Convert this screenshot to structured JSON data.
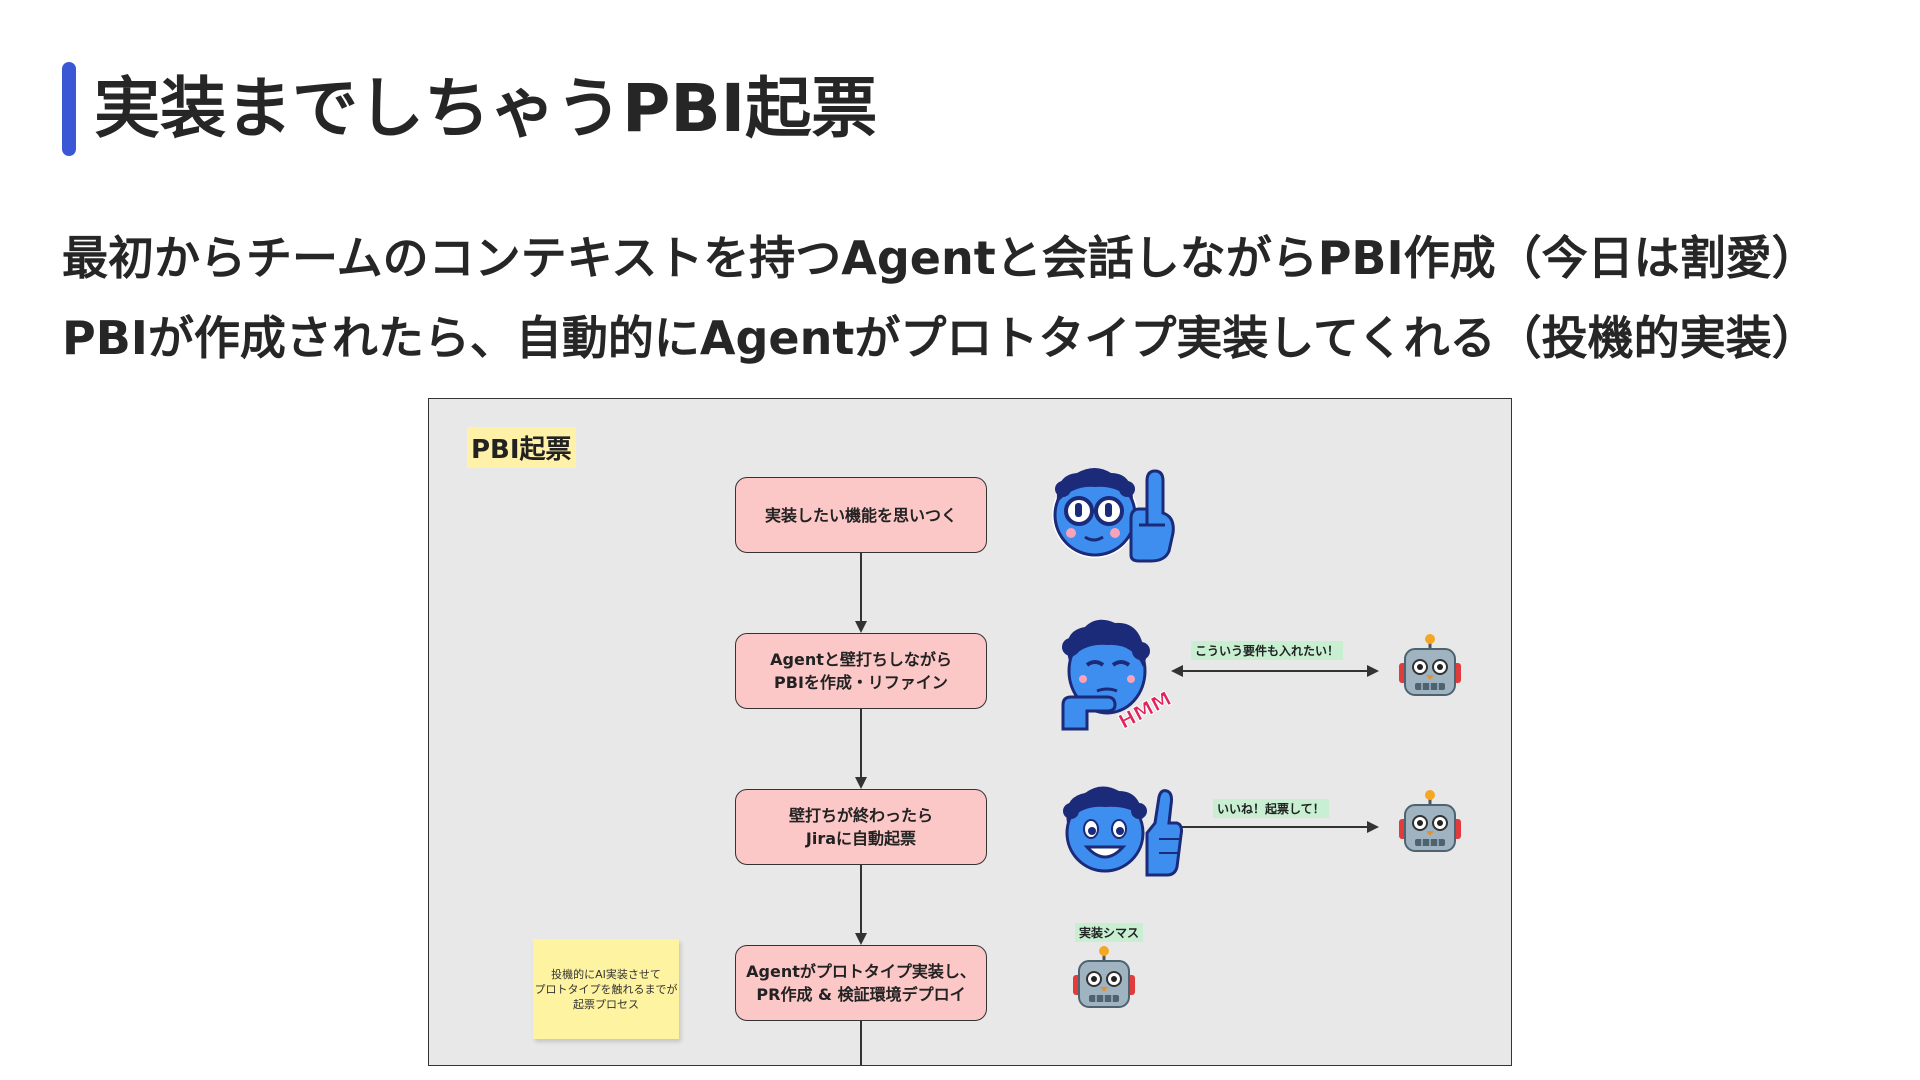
{
  "slide": {
    "title": "実装までしちゃうPBI起票",
    "body_lines": [
      "最初からチームのコンテキストを持つAgentと会話しながらPBI作成（今日は割愛）",
      "PBIが作成されたら、自動的にAgentがプロトタイプ実装してくれる（投機的実装）"
    ],
    "accent_color": "#3b57d6"
  },
  "board": {
    "label": "PBI起票",
    "steps": [
      {
        "lines": [
          "実装したい機能を思いつく"
        ]
      },
      {
        "lines": [
          "Agentと壁打ちしながら",
          "PBIを作成・リファイン"
        ]
      },
      {
        "lines": [
          "壁打ちが終わったら",
          "Jiraに自動起票"
        ]
      },
      {
        "lines": [
          "Agentがプロトタイプ実装し、",
          "PR作成 & 検証環境デプロイ"
        ]
      }
    ],
    "sticky_note": [
      "投機的にAI実装させて",
      "プロトタイプを触れるまでが",
      "起票プロセス"
    ],
    "labels": {
      "two_way": "こういう要件も入れたい！",
      "one_way": "いいね！起票して！",
      "robot_work": "実装シマス"
    },
    "icons": {
      "face1": "thinking-face-pointing-icon",
      "face2": "hmm-face-icon",
      "face3": "thumbs-up-face-icon",
      "robot": "robot-icon"
    },
    "colors": {
      "box_fill": "#fbc7c7",
      "sticky_fill": "#fdf3a0",
      "tag_fill": "#c9efd2",
      "face_fill": "#3e8ef0",
      "hair": "#1c2a7a"
    }
  }
}
